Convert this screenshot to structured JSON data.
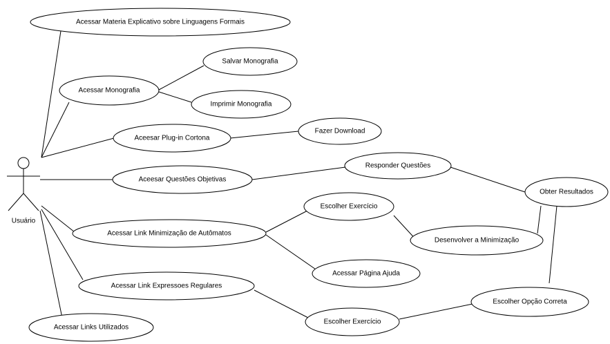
{
  "actor": {
    "name": "Usuário"
  },
  "use_cases": {
    "material": "Acessar Materia Explicativo sobre Linguagens Formais",
    "monografia": "Acessar Monografia",
    "salvar": "Salvar Monografia",
    "imprimir": "Imprimir Monografia",
    "plugin": "Aceesar Plug-in Cortona",
    "download": "Fazer Download",
    "questoes": "Aceesar Questões Objetivas",
    "responder": "Responder Questões",
    "resultados": "Obter Resultados",
    "minimizacao": "Acessar Link Minimização de Autômatos",
    "escolher_ex1": "Escolher Exercício",
    "desenvolver": "Desenvolver a Minimização",
    "ajuda": "Acessar Página Ajuda",
    "expressoes": "Acessar Link Expressoes Regulares",
    "escolher_ex2": "Escolher Exercício",
    "opcao": "Escolher Opção Correta",
    "links": "Acessar Links Utilizados"
  }
}
